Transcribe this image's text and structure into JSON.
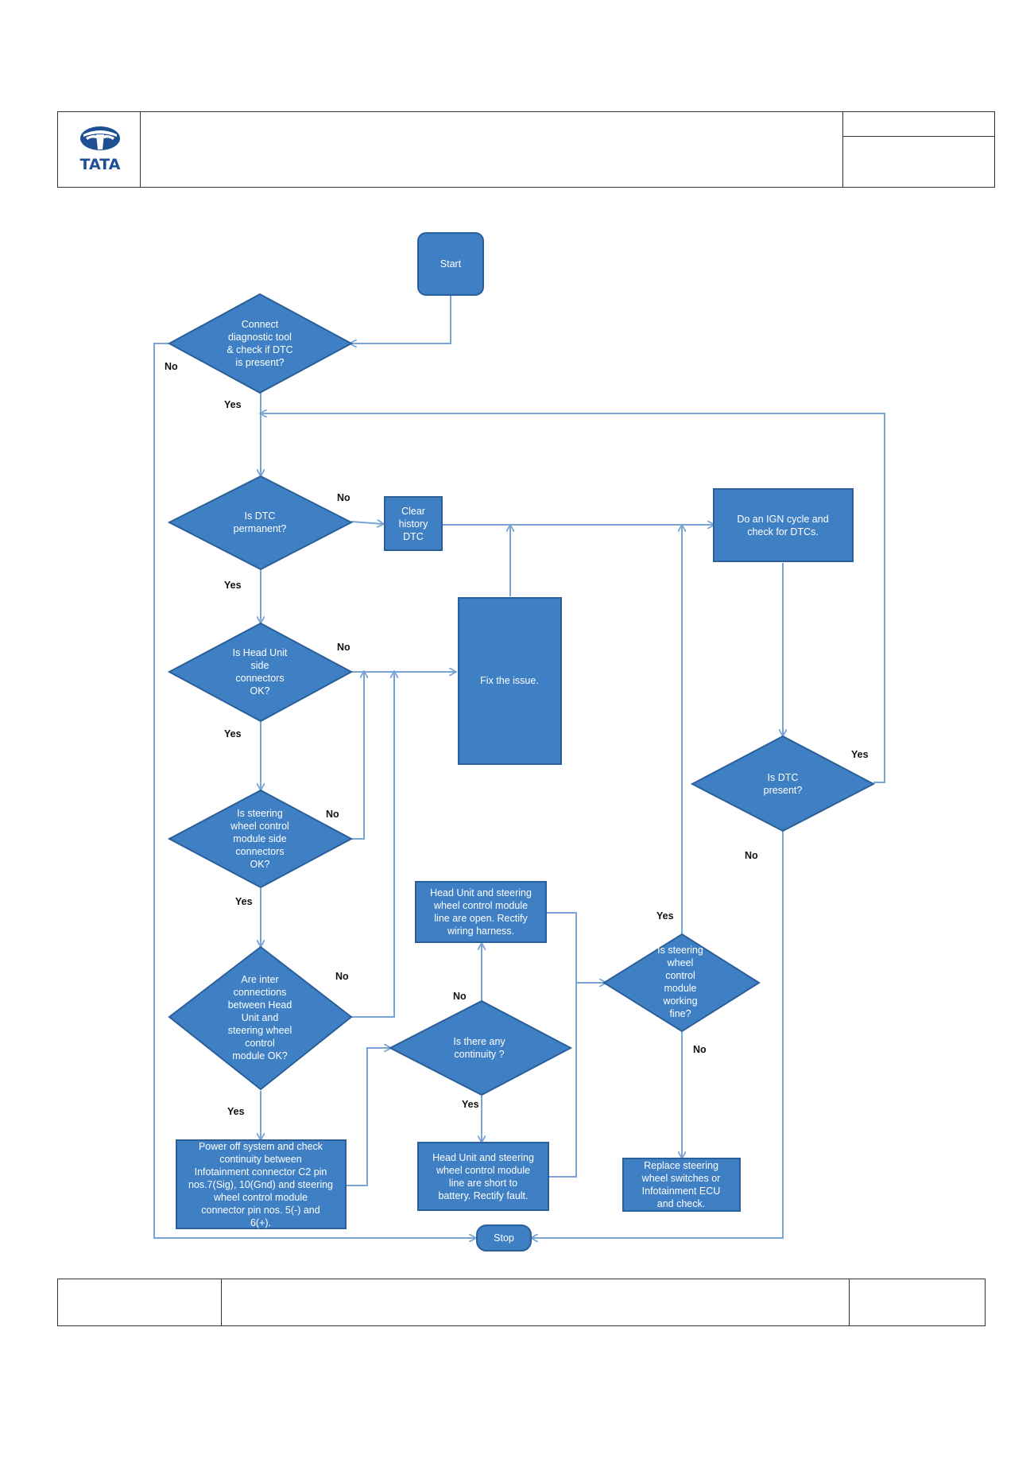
{
  "header": {
    "logo_text": "TATA"
  },
  "nodes": {
    "start": [
      "Start"
    ],
    "d_dtc_present": [
      "Connect",
      "diagnostic tool",
      "& check if DTC",
      "is present?"
    ],
    "d_permanent": [
      "Is DTC",
      "permanent?"
    ],
    "p_clear": [
      "Clear",
      "history",
      "DTC"
    ],
    "p_ign": [
      "Do an IGN cycle and",
      "check for DTCs."
    ],
    "d_head_unit": [
      "Is  Head Unit",
      "side",
      "connectors",
      "OK?"
    ],
    "p_fix": [
      "Fix the issue."
    ],
    "d_dtc_present2": [
      "Is DTC",
      "present?"
    ],
    "d_swc": [
      "Is steering",
      "wheel control",
      "module side",
      "connectors",
      "OK?"
    ],
    "p_open": [
      "Head Unit and steering",
      "wheel control module",
      "line are open. Rectify",
      "wiring harness."
    ],
    "d_inter": [
      "Are inter",
      "connections",
      "between Head",
      "Unit and",
      "steering wheel",
      "control",
      "module OK?"
    ],
    "d_continuity": [
      "Is there any",
      "continuity ?"
    ],
    "d_swc_fine": [
      "Is steering",
      "wheel",
      "control",
      "module",
      "working",
      "fine?"
    ],
    "p_power": [
      "Power off system and check",
      "continuity between",
      "Infotainment connector C2 pin",
      "nos.7(Sig), 10(Gnd) and steering",
      "wheel control module",
      "connector  pin  nos. 5(-) and",
      "6(+)."
    ],
    "p_short": [
      "Head Unit and steering",
      "wheel control module",
      "line are short to",
      "battery. Rectify  fault."
    ],
    "p_replace": [
      "Replace steering",
      "wheel switches or",
      "Infotainment ECU",
      "and check."
    ],
    "stop": [
      "Stop"
    ]
  },
  "edge_labels": {
    "no_1": "No",
    "yes_1": "Yes",
    "no_2": "No",
    "yes_2": "Yes",
    "no_3": "No",
    "yes_3": "Yes",
    "no_4": "No",
    "yes_4": "Yes",
    "no_5": "No",
    "yes_5": "Yes",
    "yes_6": "Yes",
    "no_6": "No",
    "no_7": "No",
    "yes_7": "Yes",
    "yes_8": "Yes",
    "no_8": "No"
  },
  "colors": {
    "node_fill": "#3f7fc4",
    "node_stroke": "#2a5f99",
    "edge": "#7aa4d4"
  }
}
